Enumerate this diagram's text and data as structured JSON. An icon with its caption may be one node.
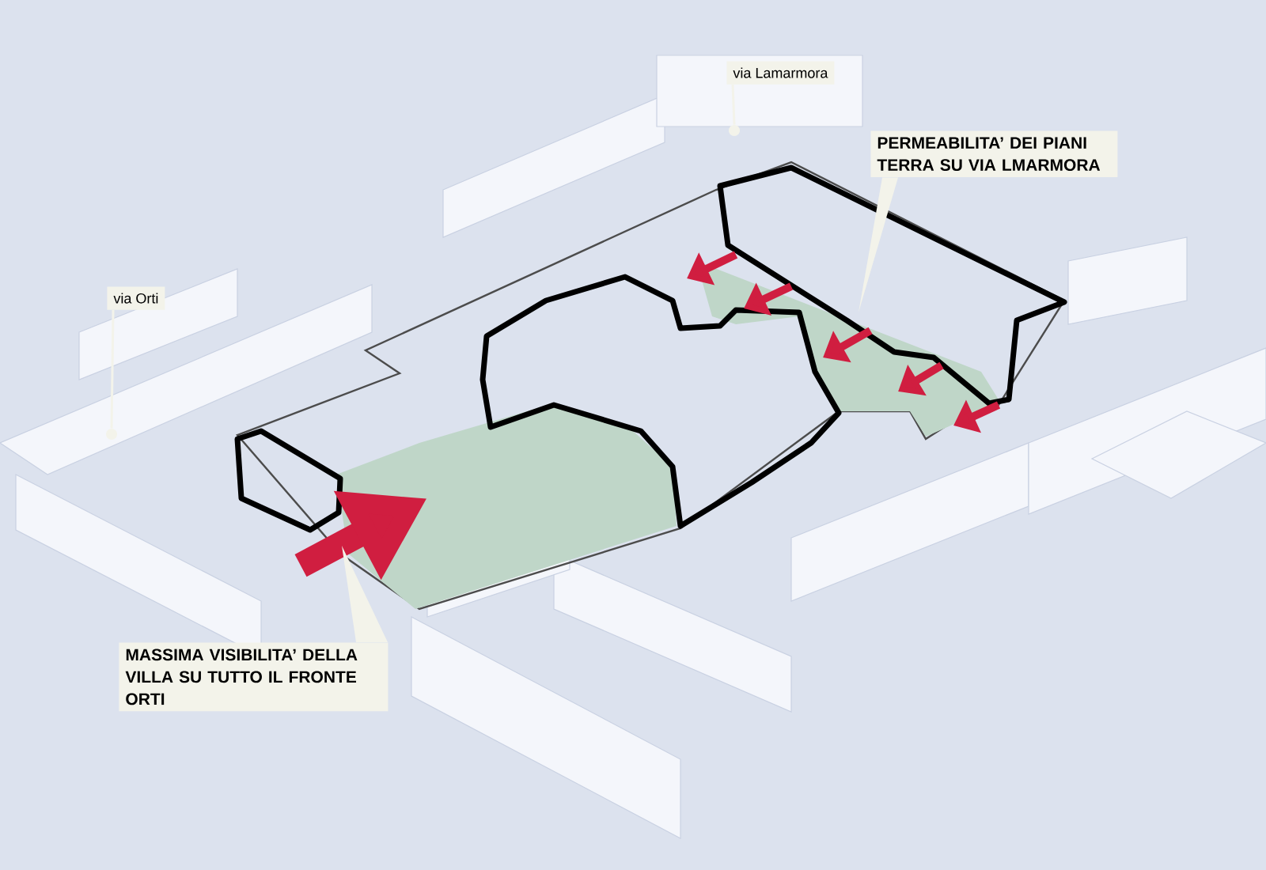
{
  "diagram": {
    "nodes": [
      {
        "text": [
          "via Lamarmora"
        ]
      },
      {
        "text": [],
        "shape": "circle"
      },
      {
        "text": [
          "via Orti"
        ]
      },
      {
        "text": [],
        "shape": "circle"
      },
      {
        "text": [
          "PERMEABILITA’ DEI PIANI TERRA SU VIA LMARMORA"
        ]
      },
      {
        "text": [
          "MASSIMA VISIBILITA’ DELLA VILLA SU TUTTO IL FRONTE ORTI"
        ]
      }
    ],
    "edges": [
      {
        "from": 0,
        "to": 1,
        "arrow": "none"
      },
      {
        "from": 2,
        "to": 3,
        "arrow": "none"
      },
      {
        "from": 4,
        "to": null,
        "arrow": "to"
      },
      {
        "from": 5,
        "to": null,
        "arrow": "to"
      }
    ]
  }
}
